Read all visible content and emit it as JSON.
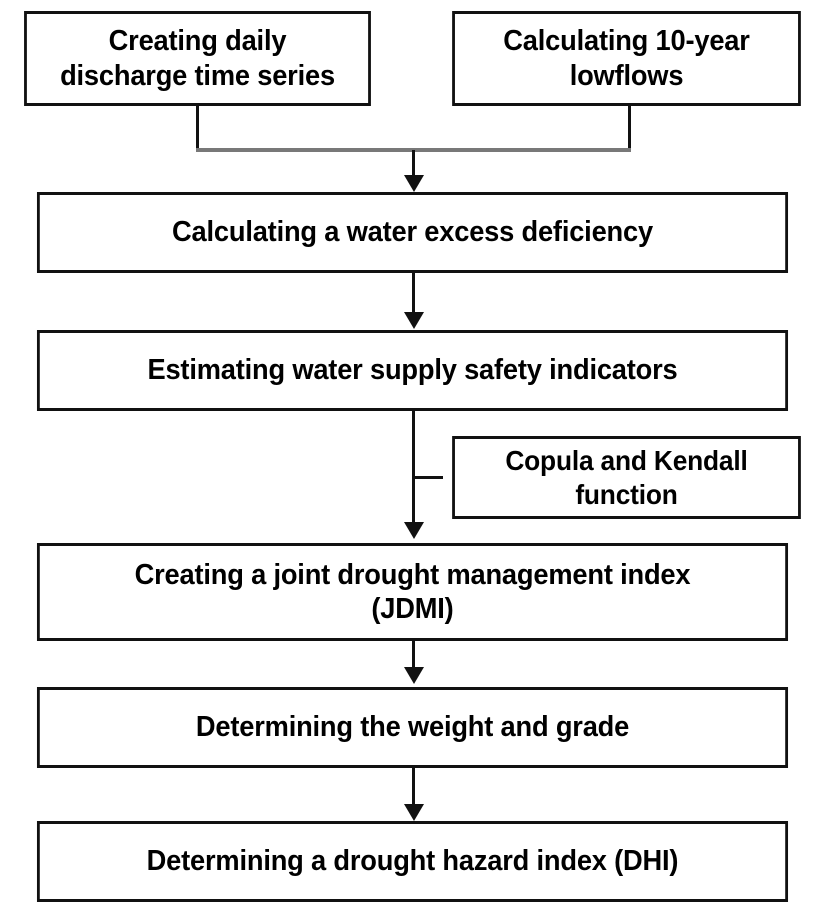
{
  "diagram": {
    "title": "Drought hazard index methodology flowchart",
    "colors": {
      "box_border": "#111111",
      "box_fill": "#ffffff",
      "arrow": "#111111",
      "merge_connector": "#787878",
      "text": "#000000"
    },
    "nodes": [
      {
        "id": "daily-discharge",
        "label": "Creating daily\ndischarge time series"
      },
      {
        "id": "lowflows",
        "label": "Calculating 10-year\nlowflows"
      },
      {
        "id": "water-excess",
        "label": "Calculating a water excess deficiency"
      },
      {
        "id": "water-supply",
        "label": "Estimating water supply safety indicators"
      },
      {
        "id": "copula",
        "label": "Copula and Kendall\nfunction"
      },
      {
        "id": "jdmi",
        "label": "Creating a joint drought management index\n(JDMI)"
      },
      {
        "id": "weight-grade",
        "label": "Determining  the weight and grade"
      },
      {
        "id": "dhi",
        "label": "Determining a drought hazard index (DHI)"
      }
    ],
    "edges": [
      {
        "from": "daily-discharge",
        "to": "water-excess",
        "style": "merge"
      },
      {
        "from": "lowflows",
        "to": "water-excess",
        "style": "merge"
      },
      {
        "from": "water-excess",
        "to": "water-supply",
        "style": "arrow"
      },
      {
        "from": "water-supply",
        "to": "jdmi",
        "style": "arrow"
      },
      {
        "from": "copula",
        "to": "jdmi",
        "style": "branch"
      },
      {
        "from": "jdmi",
        "to": "weight-grade",
        "style": "arrow"
      },
      {
        "from": "weight-grade",
        "to": "dhi",
        "style": "arrow"
      }
    ]
  }
}
